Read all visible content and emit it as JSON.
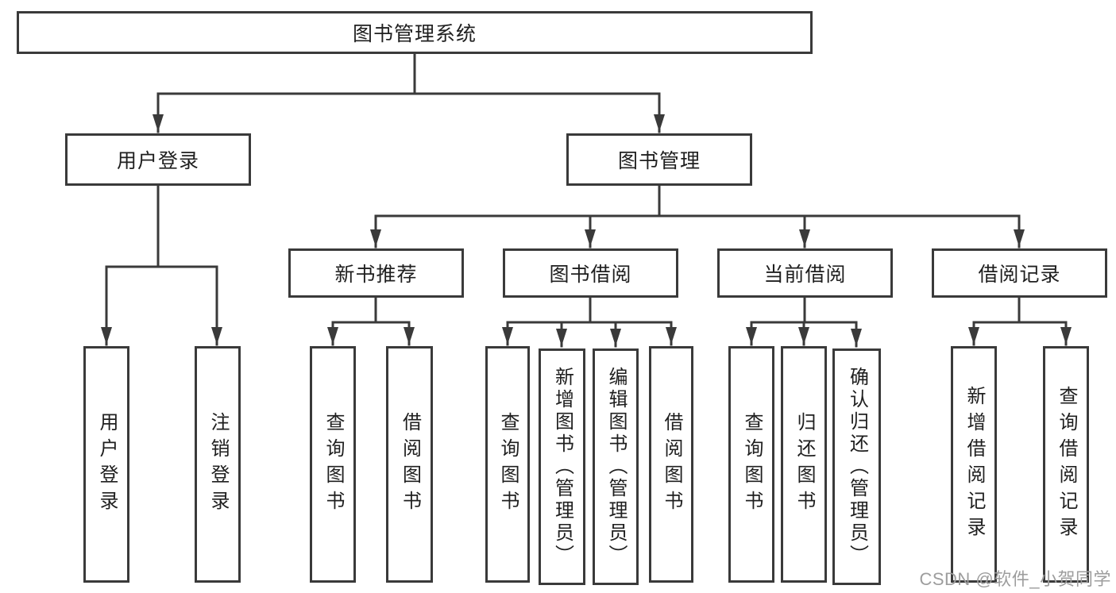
{
  "colors": {
    "line": "#3a3a3a",
    "box_border": "#3a3a3a",
    "box_background": "#ffffff",
    "text": "#1f1f1f",
    "watermark": "#9d9d9d",
    "background": "#ffffff"
  },
  "watermark": {
    "text": "CSDN @软件_小贺同学"
  },
  "tree": {
    "root": "图书管理系统",
    "branches": [
      {
        "label": "用户登录",
        "children": [
          "用户登录",
          "注销登录"
        ]
      },
      {
        "label": "图书管理",
        "sections": [
          {
            "label": "新书推荐",
            "children": [
              "查询图书",
              "借阅图书"
            ]
          },
          {
            "label": "图书借阅",
            "children": [
              "查询图书",
              "新增图书（管理员）",
              "编辑图书（管理员）",
              "借阅图书"
            ]
          },
          {
            "label": "当前借阅",
            "children": [
              "查询图书",
              "归还图书",
              "确认归还（管理员）"
            ]
          },
          {
            "label": "借阅记录",
            "children": [
              "新增借阅记录",
              "查询借阅记录"
            ]
          }
        ]
      }
    ]
  }
}
